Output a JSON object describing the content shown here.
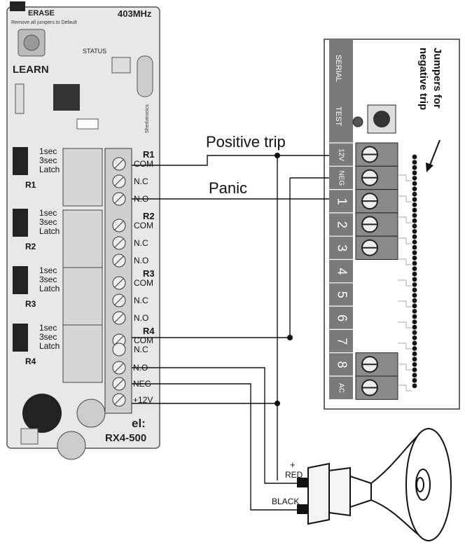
{
  "receiver": {
    "erase_label": "ERASE",
    "remove_jumpers_label": "Remove all jumpers to Default",
    "frequency_label": "403MHz",
    "status_label": "STATUS",
    "learn_label": "LEARN",
    "brand_label": "Sherlotronics",
    "model_prefix": "el:",
    "model_label": "RX4-500",
    "relay_names": [
      "R1",
      "R2",
      "R3",
      "R4"
    ],
    "timer_options": [
      "1sec",
      "3sec",
      "Latch"
    ],
    "relay_terminals": [
      "COM",
      "N.C",
      "N.O"
    ],
    "power_terminals": [
      "N.O",
      "NEG",
      "+12V"
    ]
  },
  "alarm_panel": {
    "serial_label": "SERIAL",
    "test_label": "TEST",
    "jumper_note_line1": "Jumpers for",
    "jumper_note_line2": "negative trip",
    "terminals": [
      "12V",
      "NEG",
      "1",
      "2",
      "3",
      "4",
      "5",
      "6",
      "7",
      "8",
      "AC"
    ]
  },
  "wiring": {
    "positive_trip_label": "Positive trip",
    "panic_label": "Panic"
  },
  "siren": {
    "plus_label": "+",
    "red_label": "RED",
    "black_label": "BLACK"
  }
}
